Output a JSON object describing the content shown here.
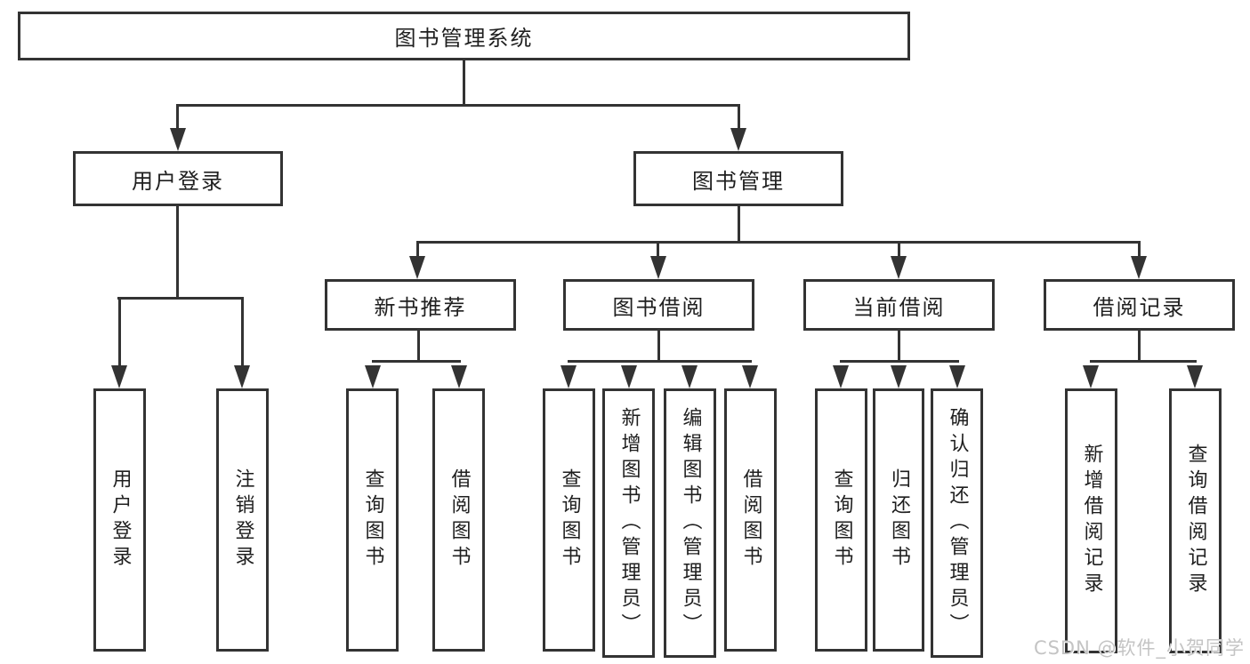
{
  "diagram": {
    "root": {
      "label": "图书管理系统"
    },
    "level2": [
      {
        "label": "用户登录"
      },
      {
        "label": "图书管理"
      }
    ],
    "level3": [
      {
        "label": "新书推荐"
      },
      {
        "label": "图书借阅"
      },
      {
        "label": "当前借阅"
      },
      {
        "label": "借阅记录"
      }
    ],
    "leaves": {
      "user_login": [
        "用户登录",
        "注销登录"
      ],
      "new_book_recommend": [
        "查询图书",
        "借阅图书"
      ],
      "book_borrow": [
        "查询图书",
        "新增图书（管理员）",
        "编辑图书（管理员）",
        "借阅图书"
      ],
      "current_borrow": [
        "查询图书",
        "归还图书",
        "确认归还（管理员）"
      ],
      "borrow_records": [
        "新增借阅记录",
        "查询借阅记录"
      ]
    }
  },
  "watermark": {
    "text": "CSDN @软件_小贺同学"
  },
  "colors": {
    "line": "#333333",
    "box_border": "#333333",
    "text": "#1f1f1f",
    "background": "#ffffff",
    "watermark": "#c4c4c4"
  }
}
